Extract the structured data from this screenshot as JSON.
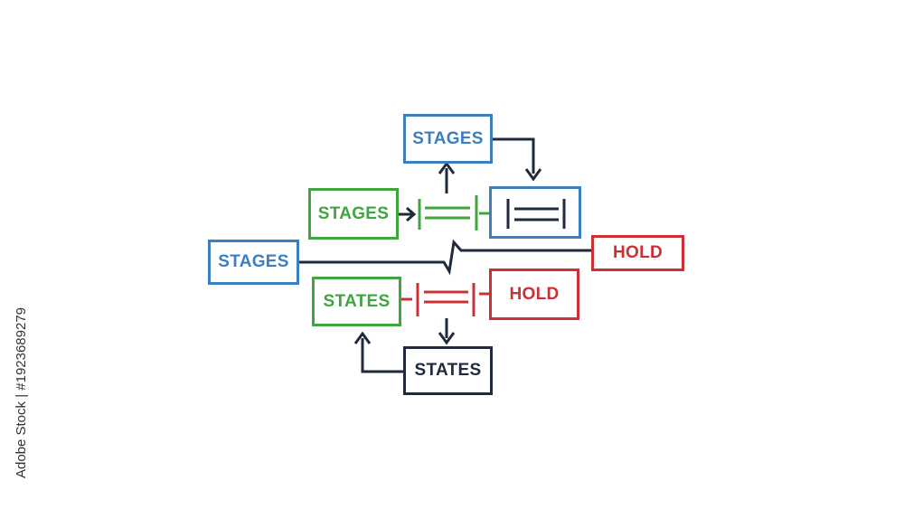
{
  "diagram": {
    "nodes": {
      "stages_top": {
        "label": "STAGES"
      },
      "stages_green": {
        "label": "STAGES"
      },
      "stages_left": {
        "label": "STAGES"
      },
      "hold_right": {
        "label": "HOLD"
      },
      "states_green": {
        "label": "STATES"
      },
      "hold_mid": {
        "label": "HOLD"
      },
      "states_bottom": {
        "label": "STATES"
      }
    },
    "colors": {
      "blue": "#3b7fc0",
      "green": "#3fa53f",
      "red": "#cc3034",
      "dark": "#1f2a3c"
    }
  },
  "stock_id": "Adobe Stock | #1923689279"
}
